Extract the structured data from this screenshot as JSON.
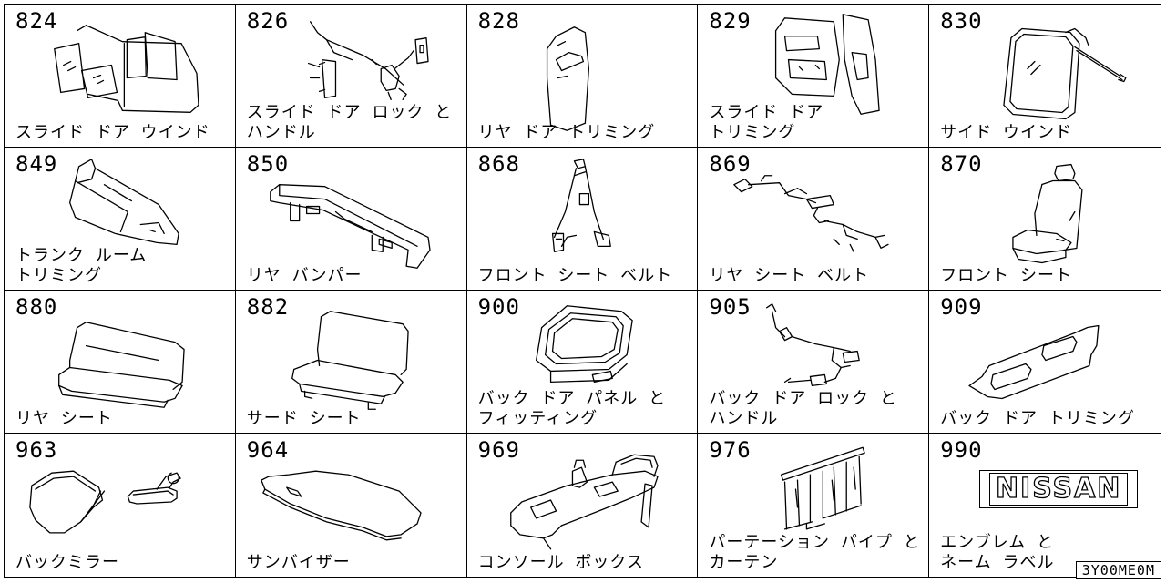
{
  "cells": [
    {
      "code": "824",
      "label": "スライド ドア ウインド",
      "icon": "slide-door-window-icon"
    },
    {
      "code": "826",
      "label": "スライド ドア ロック と\nハンドル",
      "icon": "slide-door-lock-handle-icon"
    },
    {
      "code": "828",
      "label": "リヤ ドア トリミング",
      "icon": "rear-door-trim-icon"
    },
    {
      "code": "829",
      "label": "スライド ドア\nトリミング",
      "icon": "slide-door-trim-icon"
    },
    {
      "code": "830",
      "label": "サイド ウインド",
      "icon": "side-window-icon"
    },
    {
      "code": "849",
      "label": "トランク ルーム\nトリミング",
      "icon": "trunk-room-trim-icon"
    },
    {
      "code": "850",
      "label": "リヤ バンパー",
      "icon": "rear-bumper-icon"
    },
    {
      "code": "868",
      "label": "フロント シート ベルト",
      "icon": "front-seat-belt-icon"
    },
    {
      "code": "869",
      "label": "リヤ シート ベルト",
      "icon": "rear-seat-belt-icon"
    },
    {
      "code": "870",
      "label": "フロント シート",
      "icon": "front-seat-icon"
    },
    {
      "code": "880",
      "label": "リヤ シート",
      "icon": "rear-seat-icon"
    },
    {
      "code": "882",
      "label": "サード シート",
      "icon": "third-seat-icon"
    },
    {
      "code": "900",
      "label": "バック ドア パネル と\nフィッティング",
      "icon": "back-door-panel-icon"
    },
    {
      "code": "905",
      "label": "バック ドア ロック と\nハンドル",
      "icon": "back-door-lock-icon"
    },
    {
      "code": "909",
      "label": "バック ドア トリミング",
      "icon": "back-door-trim-icon"
    },
    {
      "code": "963",
      "label": "バックミラー",
      "icon": "rear-view-mirror-icon"
    },
    {
      "code": "964",
      "label": "サンバイザー",
      "icon": "sun-visor-icon"
    },
    {
      "code": "969",
      "label": "コンソール ボックス",
      "icon": "console-box-icon"
    },
    {
      "code": "976",
      "label": "パーテーション パイプ と\nカーテン",
      "icon": "partition-pipe-curtain-icon"
    },
    {
      "code": "990",
      "label": "エンブレム と\nネーム ラベル",
      "icon": "emblem-name-label-icon",
      "logo_text": "NISSAN"
    }
  ],
  "reference_code": "3Y00ME0M"
}
